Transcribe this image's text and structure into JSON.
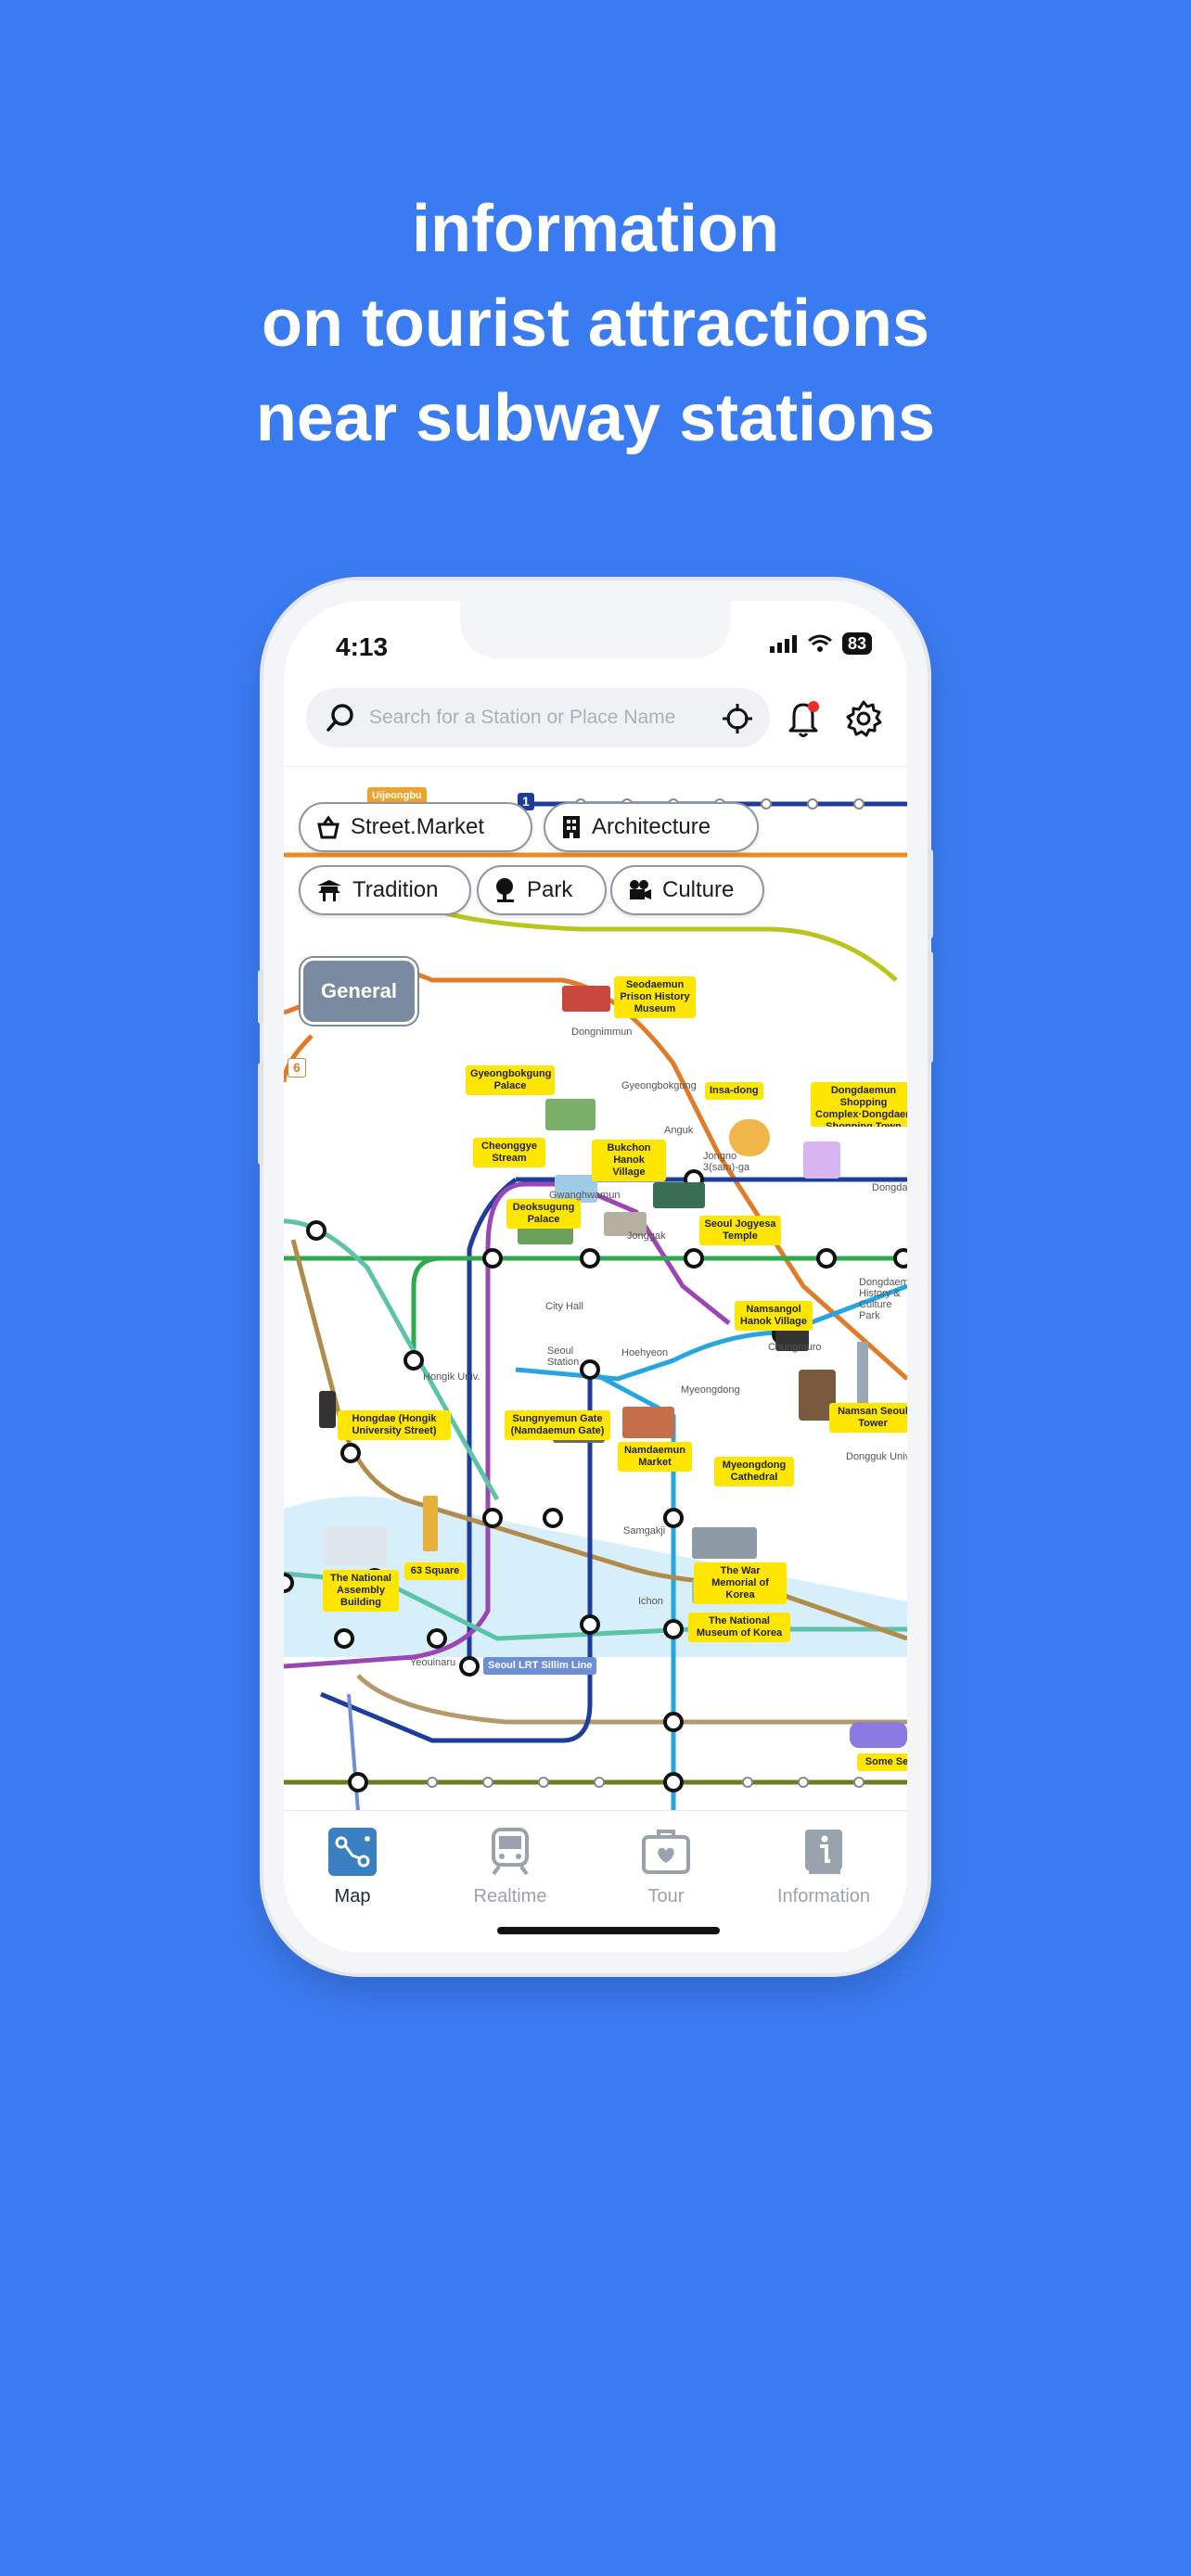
{
  "headline": [
    "information",
    "on tourist attractions",
    "near subway stations"
  ],
  "status": {
    "time": "4:13",
    "battery": "83"
  },
  "search": {
    "placeholder": "Search for a Station or Place Name"
  },
  "filters": [
    "Street.Market",
    "Architecture",
    "Tradition",
    "Park",
    "Culture"
  ],
  "general_label": "General",
  "map": {
    "attractions": [
      "Seodaemun Prison History Museum",
      "Gyeongbokgung Palace",
      "Insa-dong",
      "Dongdaemun Shopping Complex·Dongdaemun Shopping Town",
      "Cheonggye Stream",
      "Bukchon Hanok Village",
      "Deoksugung Palace",
      "Seoul Jogyesa Temple",
      "Namsangol Hanok Village",
      "Hongdae (Hongik University Street)",
      "Sungnyemun Gate (Namdaemun Gate)",
      "Namdaemun Market",
      "Myeongdong Cathedral",
      "Namsan Seoul Tower",
      "The National Assembly Building",
      "63 Square",
      "The War Memorial of Korea",
      "The National Museum of Korea",
      "Some Se"
    ],
    "stations": [
      "Dongnimmun",
      "Gyeongbokgung",
      "Anguk",
      "Jongno 3(sam)-ga",
      "Gwanghwamun",
      "Jonggak",
      "City Hall",
      "Seoul Station",
      "Hoehyeon",
      "Myeongdong",
      "Chungmuro",
      "Hongik Univ.",
      "Samgakji",
      "Ichon",
      "Yeouinaru",
      "Dongguk Univ.",
      "Dongdaemun History & Culture Park",
      "Dongdaemun"
    ],
    "line_labels": {
      "uijeongbu": "Uijeongbu",
      "line1": "1",
      "line6": "6",
      "sillim": "Seoul LRT Sillim Line"
    }
  },
  "tabs": [
    {
      "label": "Map",
      "active": true
    },
    {
      "label": "Realtime",
      "active": false
    },
    {
      "label": "Tour",
      "active": false
    },
    {
      "label": "Information",
      "active": false
    }
  ],
  "colors": {
    "background": "#3b7bf2",
    "tag_yellow": "#ffe600",
    "active_tab": "#3a7fc1"
  }
}
